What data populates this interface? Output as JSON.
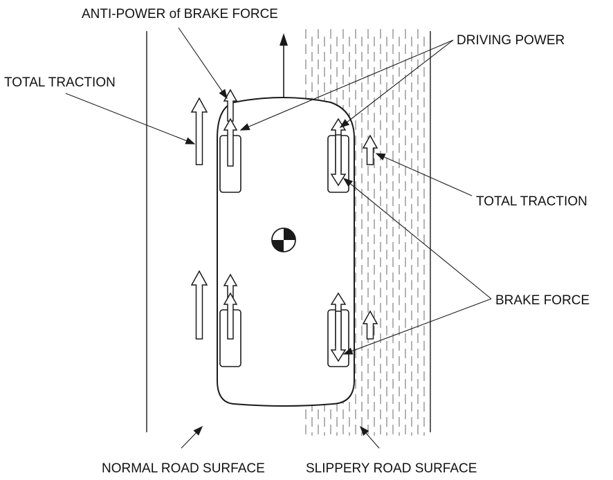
{
  "labels": {
    "anti_power": "ANTI-POWER of BRAKE FORCE",
    "driving_power": "DRIVING POWER",
    "total_traction_left": "TOTAL TRACTION",
    "total_traction_right": "TOTAL TRACTION",
    "brake_force": "BRAKE FORCE",
    "normal_road": "NORMAL ROAD SURFACE",
    "slippery_road": "SLIPPERY ROAD SURFACE"
  },
  "colors": {
    "line": "#1a1a1a",
    "hatch": "#555555",
    "background": "#ffffff"
  }
}
